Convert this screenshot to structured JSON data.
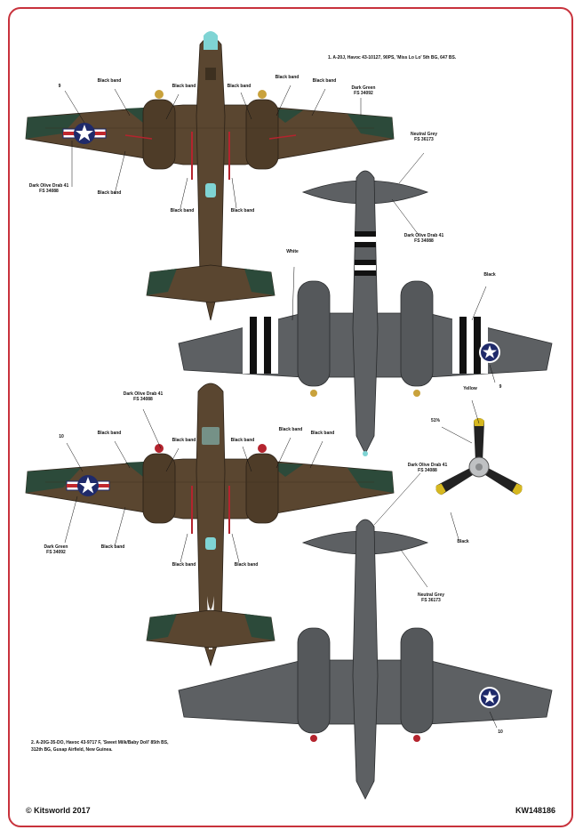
{
  "captions": {
    "aircraft1": "1. A-20J, Havoc 43-10127, 90PS, 'Miss Lo Lo' 5th BG, 647 BS.",
    "aircraft2_line1": "2. A-20G-35-DO, Havoc 43-9717 F, 'Sweet Milk/Baby Doll' 85th BS,",
    "aircraft2_line2": "312th BG, Gusap Airfield, New Guinea."
  },
  "labels": {
    "a1_number": "9",
    "a1_black_left_outer": "Black band",
    "a1_black_left_mid": "Black band",
    "a1_black_right_mid": "Black band",
    "a1_black_right_outer": "Black band",
    "a1_black_lower_left": "Black band",
    "a1_black_lower_mid_l": "Black band",
    "a1_black_lower_mid_r": "Black band",
    "a1_dark_green_l1": "Dark Green",
    "a1_dark_green_l2": "FS 34092",
    "a1_olive_l1": "Dark Olive Drab 41",
    "a1_olive_l2": "FS 34088",
    "a1_neutral_grey_l1": "Neutral Grey",
    "a1_neutral_grey_l2": "FS 36173",
    "a1_under_olive_l1": "Dark Olive Drab 41",
    "a1_under_olive_l2": "FS 34088",
    "a1_white": "White",
    "a1_black": "Black",
    "a1_under_number": "9",
    "yellow": "Yellow",
    "prop_pct": "51%",
    "prop_black": "Black",
    "a2_olive_top_l1": "Dark Olive Drab 41",
    "a2_olive_top_l2": "FS 34088",
    "a2_number": "10",
    "a2_black_left_outer": "Black band",
    "a2_black_left_mid": "Black band",
    "a2_black_right_mid": "Black band",
    "a2_black_right_outer": "Black band",
    "a2_dark_green_l1": "Dark Green",
    "a2_dark_green_l2": "FS 34092",
    "a2_black_lower_left": "Black band",
    "a2_black_lower_mid_l": "Black band",
    "a2_black_lower_mid_r": "Black band",
    "a2_under_olive_l1": "Dark Olive Drab 41",
    "a2_under_olive_l2": "FS 34088",
    "a2_neutral_grey_l1": "Neutral Grey",
    "a2_neutral_grey_l2": "FS 36173",
    "a2_under_number": "10"
  },
  "footer": {
    "copyright": "© Kitsworld 2017",
    "code": "KW148186"
  },
  "colors": {
    "border": "#c8323c",
    "olive_drab": "#5a4630",
    "dark_green": "#2c4a3a",
    "neutral_grey": "#5d6063",
    "red_band": "#b4242e",
    "canopy": "#7fd4d4",
    "roundel_blue": "#1f2a6a"
  }
}
